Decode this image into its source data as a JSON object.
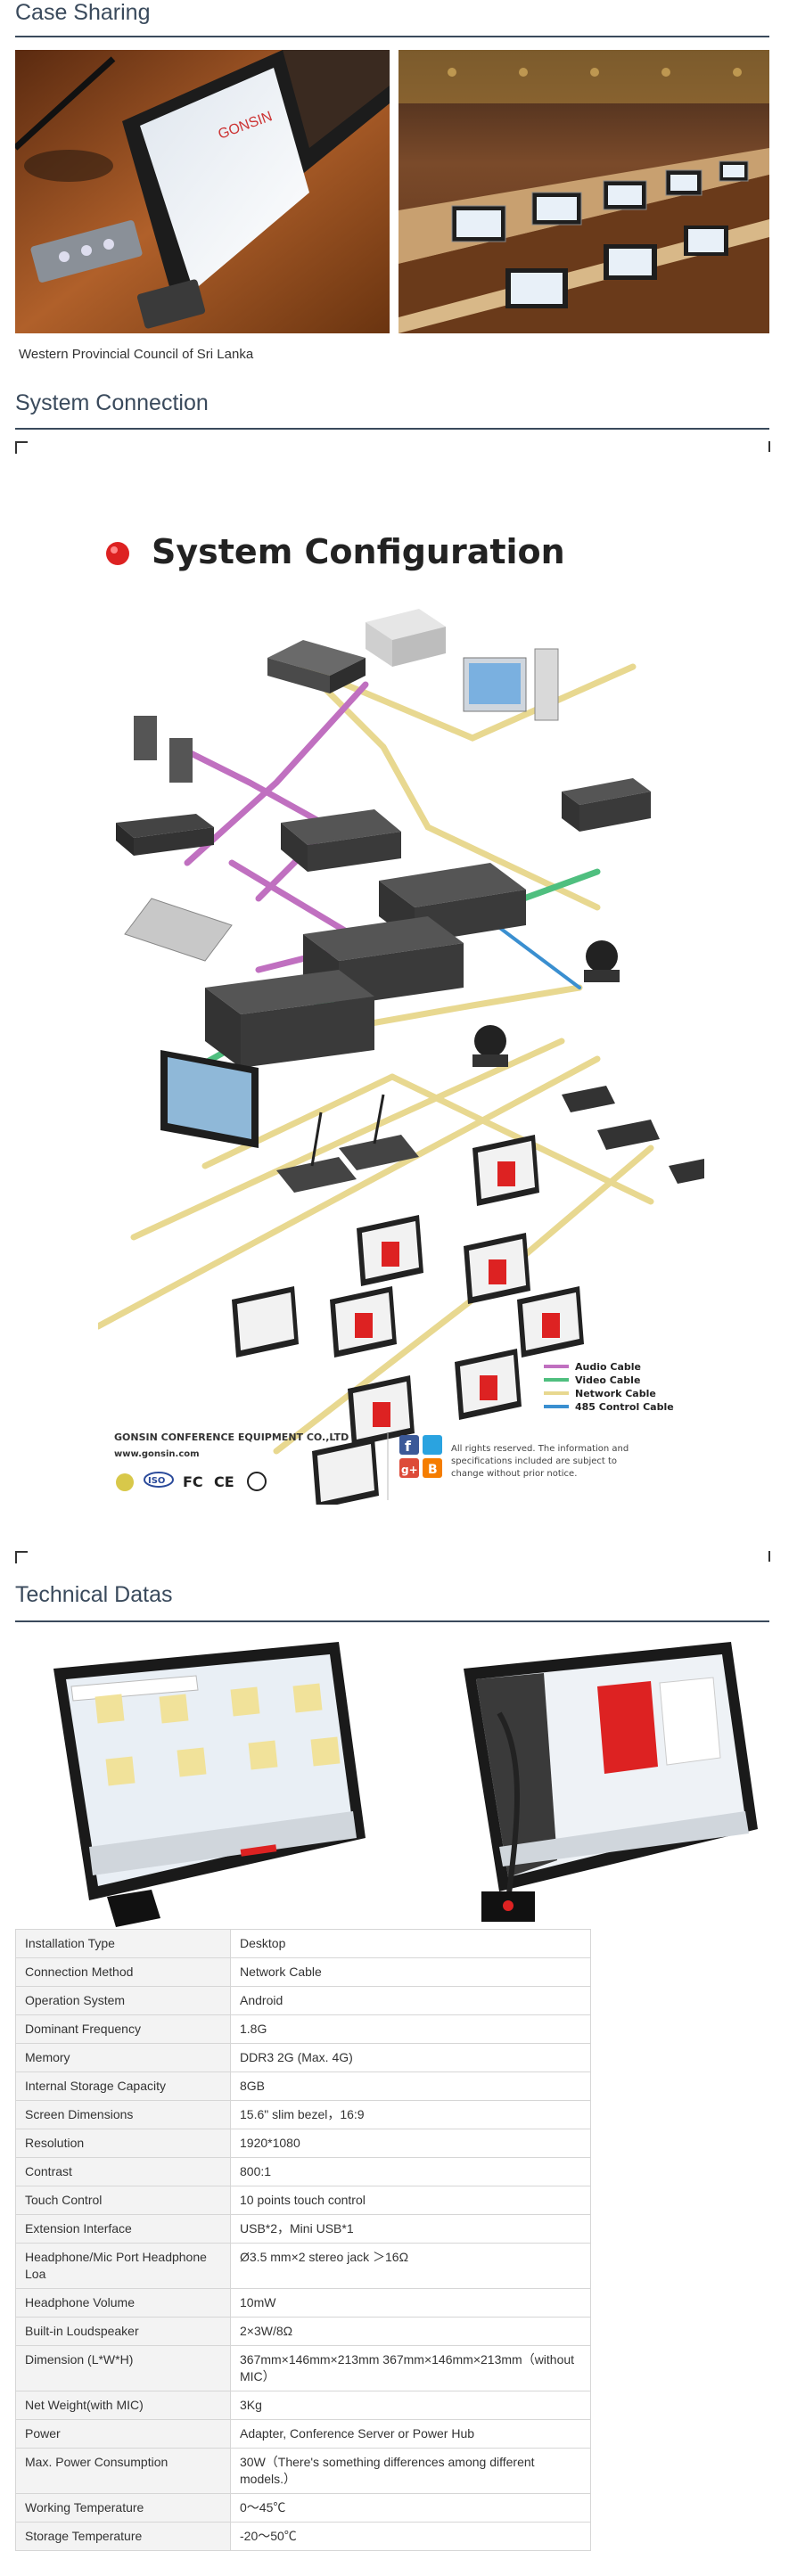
{
  "case": {
    "title": "Case Sharing",
    "caption": "Western Provincial Council of Sri Lanka"
  },
  "connection": {
    "title": "System Connection",
    "diagram": {
      "heading": "System Configuration",
      "legend": [
        "Audio Cable",
        "Video Cable",
        "Network Cable",
        "485 Control Cable"
      ],
      "legend_colors": [
        "#c070c0",
        "#4fbf7f",
        "#e8d890",
        "#3a8fd0"
      ],
      "company": "GONSIN CONFERENCE EQUIPMENT CO.,LTD",
      "website": "www.gonsin.com",
      "rights": [
        "All rights reserved. The information and",
        "specifications included are subject to",
        "change without prior notice."
      ],
      "cert_marks": [
        "ISO",
        "FC",
        "CE"
      ]
    }
  },
  "tech": {
    "title": "Technical Datas",
    "specs": [
      {
        "k": "Installation Type",
        "v": "Desktop"
      },
      {
        "k": "Connection Method",
        "v": "Network Cable"
      },
      {
        "k": "Operation System",
        "v": "Android"
      },
      {
        "k": "Dominant Frequency",
        "v": "1.8G"
      },
      {
        "k": "Memory",
        "v": "DDR3 2G (Max. 4G)"
      },
      {
        "k": "Internal Storage Capacity",
        "v": "8GB"
      },
      {
        "k": "Screen Dimensions",
        "v": "15.6\" slim bezel，16:9"
      },
      {
        "k": "Resolution",
        "v": "1920*1080"
      },
      {
        "k": "Contrast",
        "v": "800:1"
      },
      {
        "k": "Touch Control",
        "v": "10 points touch control"
      },
      {
        "k": "Extension Interface",
        "v": "USB*2，Mini USB*1"
      },
      {
        "k": "Headphone/Mic Port Headphone Loa",
        "v": "Ø3.5 mm×2 stereo jack ＞16Ω"
      },
      {
        "k": "Headphone Volume",
        "v": "10mW"
      },
      {
        "k": "Built-in Loudspeaker",
        "v": "2×3W/8Ω"
      },
      {
        "k": "Dimension (L*W*H)",
        "v": "367mm×146mm×213mm 367mm×146mm×213mm（without MIC）"
      },
      {
        "k": "Net Weight(with MIC)",
        "v": "3Kg"
      },
      {
        "k": "Power",
        "v": "Adapter, Conference Server or Power Hub"
      },
      {
        "k": "Max. Power Consumption",
        "v": "30W（There's something differences among different models.）"
      },
      {
        "k": "Working Temperature",
        "v": "0～45℃"
      },
      {
        "k": "Storage Temperature",
        "v": "-20～50℃"
      }
    ]
  },
  "colors": {
    "heading": "#3a4a5c",
    "wood": "#a85a22"
  }
}
